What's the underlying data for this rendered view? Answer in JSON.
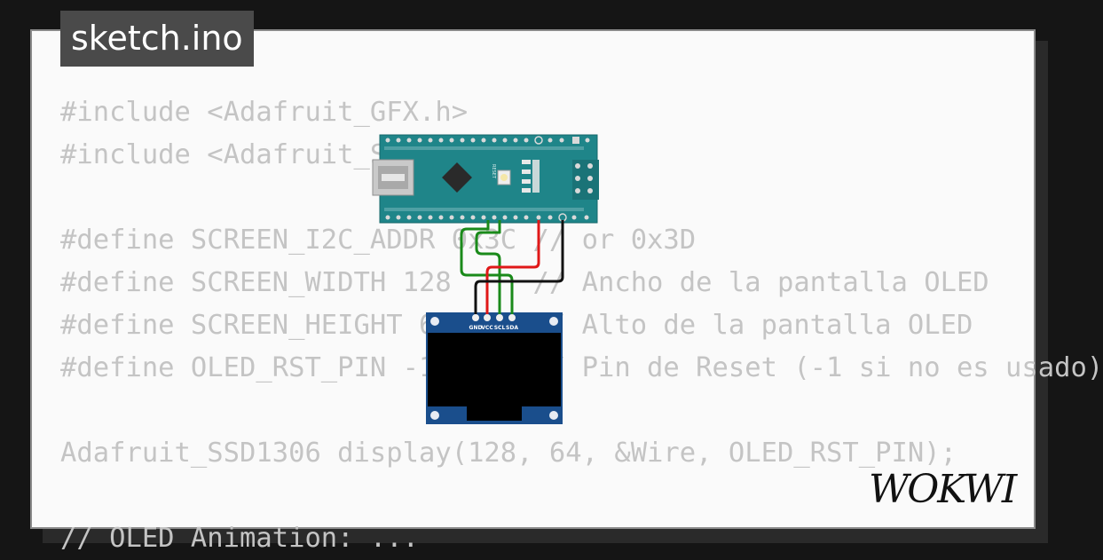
{
  "title": "sketch.ino",
  "code_lines": [
    "#include <Adafruit_GFX.h>",
    "#include <Adafruit_SSD1306.h>",
    "",
    "#define SCREEN_I2C_ADDR 0x3C // or 0x3D",
    "#define SCREEN_WIDTH 128     // Ancho de la pantalla OLED",
    "#define SCREEN_HEIGHT 64     // Alto de la pantalla OLED",
    "#define OLED_RST_PIN -1      // Pin de Reset (-1 si no es usado)",
    "",
    "Adafruit_SSD1306 display(128, 64, &Wire, OLED_RST_PIN);",
    "",
    "// OLED Animation: ..."
  ],
  "oled_pin_labels": [
    "GND",
    "VCC",
    "SCL",
    "SDA"
  ],
  "arduino_reset_label": "RESET",
  "logo_text": "WOKWI",
  "colors": {
    "background": "#151515",
    "panel": "#fafafa",
    "title_tab": "#4a4a4a",
    "code_text": "#c4c4c4",
    "arduino_board": "#1f8589",
    "oled_board": "#1a4e8c",
    "wire_green": "#1a8a1a",
    "wire_red": "#e01818",
    "wire_black": "#111111"
  }
}
